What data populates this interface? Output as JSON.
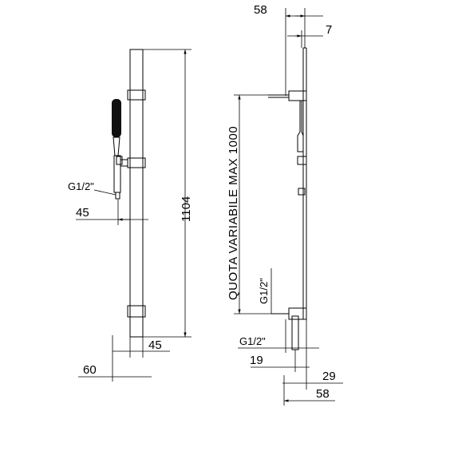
{
  "diagram": {
    "left_view": {
      "dim_height": "1104",
      "dim_offset_top": "45",
      "dim_offset_bottom": "45",
      "dim_width": "60",
      "thread_label": "G1/2\""
    },
    "right_view": {
      "dim_top_width": "58",
      "dim_top_small": "7",
      "dim_variable": "QUOTA VARIABILE MAX 1000",
      "thread_label_vertical": "G1/2\"",
      "thread_label_bottom": "G1/2\"",
      "dim_19": "19",
      "dim_29": "29",
      "dim_58_bottom": "58"
    }
  },
  "colors": {
    "line": "#000000",
    "background": "#ffffff"
  }
}
